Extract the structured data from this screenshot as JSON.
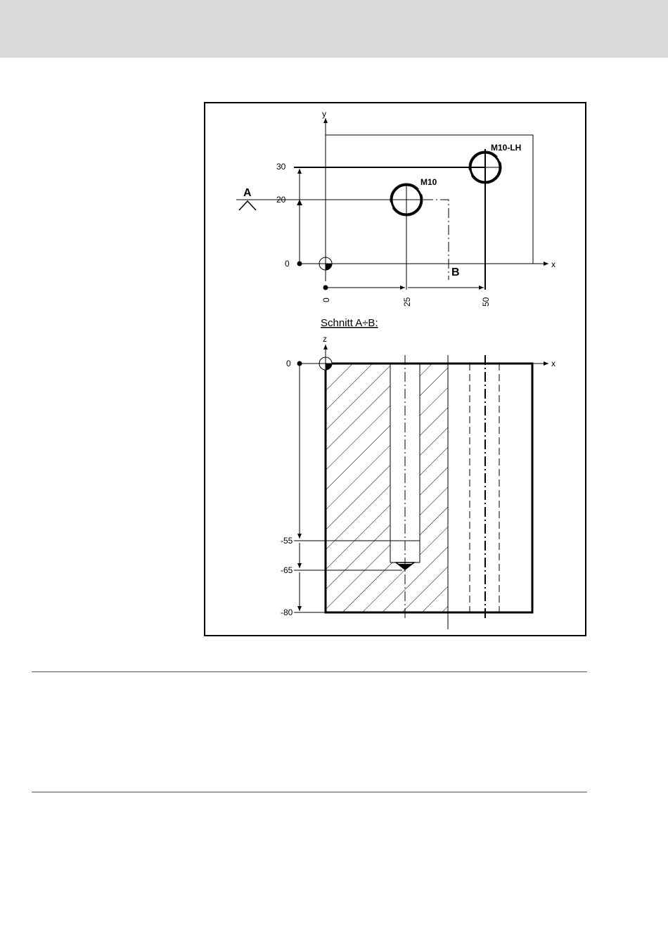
{
  "drawing": {
    "top_view": {
      "axis_x_label": "x",
      "axis_y_label": "y",
      "y_ticks": [
        "30",
        "20",
        "0"
      ],
      "x_ticks": [
        "0",
        "25",
        "50"
      ],
      "hole_m10_label": "M10",
      "hole_m10lh_label": "M10-LH",
      "section_mark_a": "A",
      "section_mark_b": "B"
    },
    "section_view": {
      "title": "Schnitt A÷B:",
      "axis_x_label": "x",
      "axis_z_label": "z",
      "z_ticks": [
        "0",
        "-55",
        "-65",
        "-80"
      ]
    }
  }
}
